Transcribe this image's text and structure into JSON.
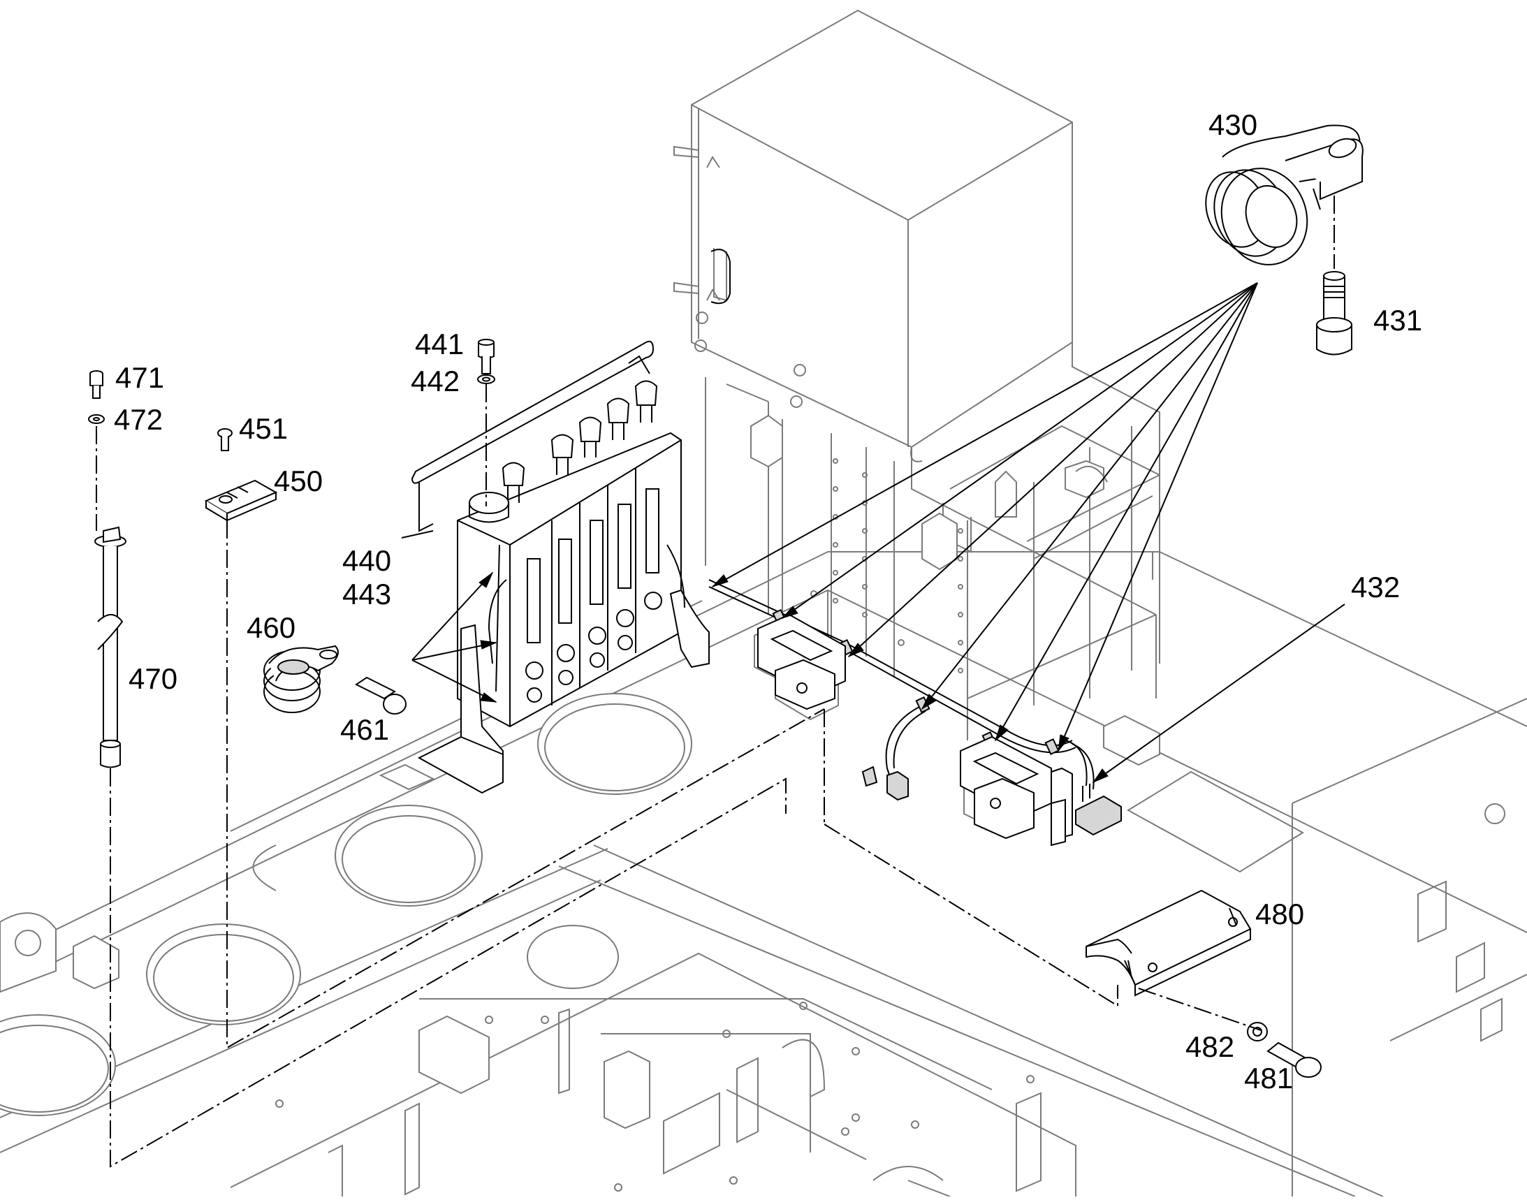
{
  "diagram": {
    "callouts": [
      {
        "id": "430",
        "text": "430"
      },
      {
        "id": "431",
        "text": "431"
      },
      {
        "id": "432",
        "text": "432"
      },
      {
        "id": "440",
        "text": "440"
      },
      {
        "id": "441",
        "text": "441"
      },
      {
        "id": "442",
        "text": "442"
      },
      {
        "id": "443",
        "text": "443"
      },
      {
        "id": "450",
        "text": "450"
      },
      {
        "id": "451",
        "text": "451"
      },
      {
        "id": "460",
        "text": "460"
      },
      {
        "id": "461",
        "text": "461"
      },
      {
        "id": "470",
        "text": "470"
      },
      {
        "id": "471",
        "text": "471"
      },
      {
        "id": "472",
        "text": "472"
      },
      {
        "id": "480",
        "text": "480"
      },
      {
        "id": "481",
        "text": "481"
      },
      {
        "id": "482",
        "text": "482"
      }
    ]
  }
}
